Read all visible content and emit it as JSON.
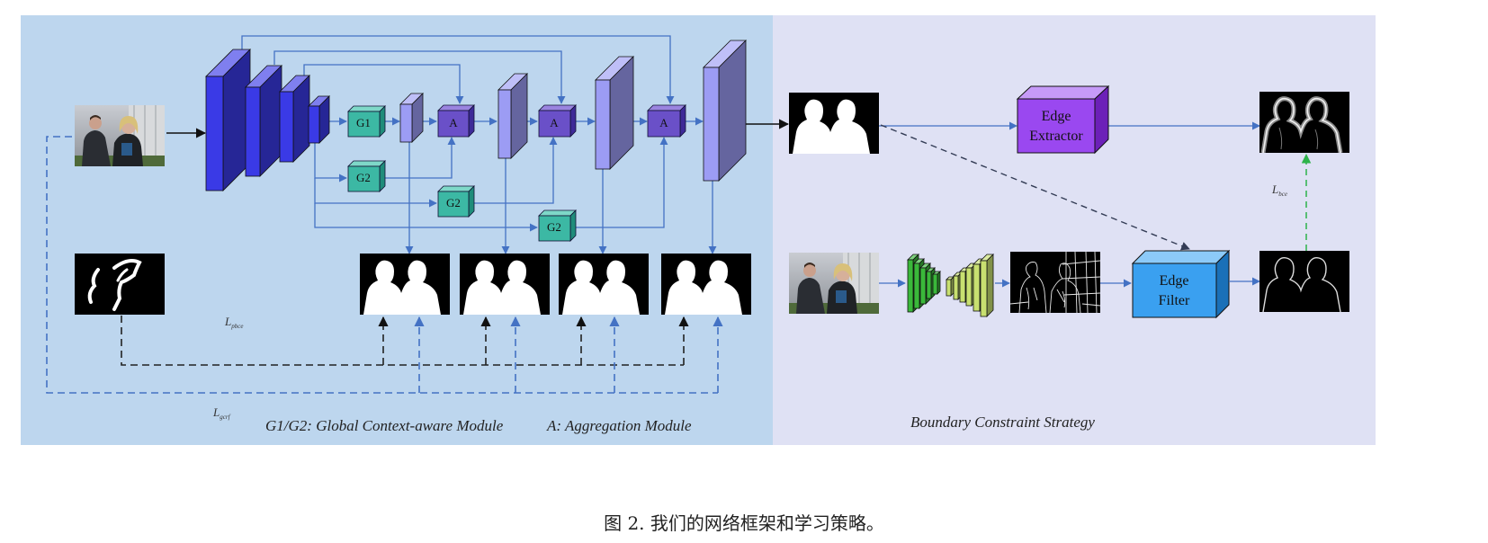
{
  "modules": {
    "g1": "G1",
    "g2": "G2",
    "a": "A",
    "edge_extractor": [
      "Edge",
      "Extractor"
    ],
    "edge_filter": [
      "Edge",
      "Filter"
    ]
  },
  "losses": {
    "pbce": {
      "main": "L",
      "sub": "pbce"
    },
    "gcrf": {
      "main": "L",
      "sub": "gcrf"
    },
    "bce": {
      "main": "L",
      "sub": "bce"
    }
  },
  "legend": {
    "module_text": "G1/G2: Global Context-aware Module",
    "aggregation_text": "A: Aggregation Module",
    "strategy_text": "Boundary Constraint Strategy"
  },
  "caption": "图 2.  我们的网络框架和学习策略。",
  "colors": {
    "left_panel": "#bdd6ee",
    "right_panel": "#dfe1f4",
    "encoder_blue": "#3a3ae6",
    "decoder_lilac": "#9c9cf4",
    "module_teal": "#3cb8a4",
    "aggregation_purple": "#6a50c8",
    "edge_extractor": "#9a48f0",
    "edge_filter": "#3aa0f0",
    "arrow_blue": "#4472c4",
    "loss_green": "#2db34a"
  }
}
